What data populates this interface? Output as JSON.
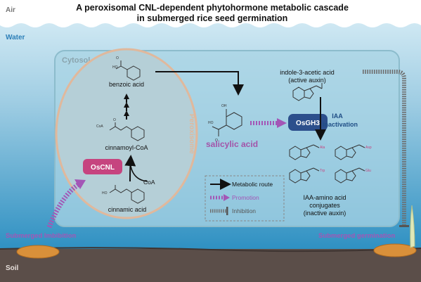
{
  "title_line1": "A peroxisomal CNL-dependent phytohormone metabolic cascade",
  "title_line2": "in submerged rice seed germination",
  "labels": {
    "air": "Air",
    "water": "Water",
    "soil": "Soil",
    "cytosol": "Cytosol",
    "peroxisome": "Peroxisome"
  },
  "compounds": {
    "benzoic_acid": "benzoic acid",
    "cinnamoyl_coa": "cinnamoyl-CoA",
    "cinnamic_acid": "cinnamic acid",
    "coa": "CoA",
    "salicylic_acid": "salicylic acid",
    "iaa_line1": "indole-3-acetic acid",
    "iaa_line2": "(active auxin)",
    "conj_line1": "IAA-amino acid",
    "conj_line2": "conjugates",
    "conj_line3": "(inactive auxin)",
    "aa1": "Ala",
    "aa2": "Asp",
    "aa3": "Trp",
    "aa4": "Glu"
  },
  "enzymes": {
    "oscnl": "OsCNL",
    "osgh3": "OsGH3"
  },
  "iaa_inactivation_line1": "IAA",
  "iaa_inactivation_line2": "inactivation",
  "legend": {
    "metabolic_route": "Metabolic route",
    "promotion": "Promotion",
    "inhibition": "Inhibition"
  },
  "submerged_imbibition": "Submerged Imbibition",
  "submerged_germination": "Submerged germination",
  "colors": {
    "water_top": "#bfe0f0",
    "water_bottom": "#2f93c4",
    "soil": "#5b4e49",
    "cytosol_fill": "#a9d4e4",
    "cytosol_stroke": "#8cbccc",
    "peroxisome_fill": "#b5cfd7",
    "peroxisome_stroke": "#e0b89c",
    "promotion": "#a356b6",
    "enzyme_cnl": "#c6447f",
    "enzyme_gh3": "#2c4f8c",
    "salicylic_text": "#a354a8",
    "seed": "#d9903a"
  }
}
